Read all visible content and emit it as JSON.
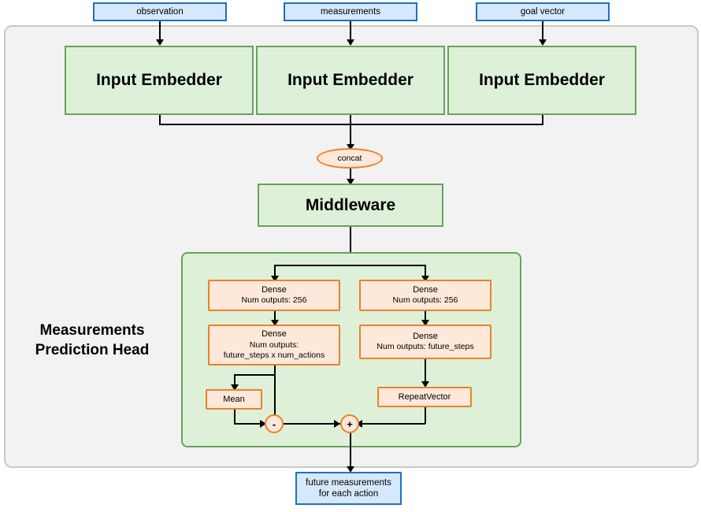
{
  "diagram": {
    "title": "Measurements Prediction Head",
    "inputs": [
      {
        "label": "observation"
      },
      {
        "label": "measurements"
      },
      {
        "label": "goal vector"
      }
    ],
    "embedders": [
      {
        "label": "Input Embedder"
      },
      {
        "label": "Input Embedder"
      },
      {
        "label": "Input Embedder"
      }
    ],
    "concat": {
      "label": "concat"
    },
    "middleware": {
      "label": "Middleware"
    },
    "head_title_line1": "Measurements",
    "head_title_line2": "Prediction Head",
    "left_branch": {
      "dense1_line1": "Dense",
      "dense1_line2": "Num outputs: 256",
      "dense2_line1": "Dense",
      "dense2_line2": "Num outputs:",
      "dense2_line3": "future_steps x num_actions",
      "mean_label": "Mean",
      "op_label": "-"
    },
    "right_branch": {
      "dense1_line1": "Dense",
      "dense1_line2": "Num outputs: 256",
      "dense2_line1": "Dense",
      "dense2_line2": "Num outputs: future_steps",
      "repeat_label": "RepeatVector"
    },
    "merge_op": {
      "label": "+"
    },
    "output": {
      "line1": "future measurements",
      "line2": "for each action"
    },
    "colors": {
      "io_fill": "#d6e8fb",
      "io_stroke": "#1f6fc4",
      "green_fill": "#dff0d8",
      "green_stroke": "#67a35a",
      "orange_fill": "#fde8d9",
      "orange_stroke": "#e8822a",
      "panel_fill": "#f2f2f2",
      "panel_stroke": "#c9c9c9"
    }
  }
}
